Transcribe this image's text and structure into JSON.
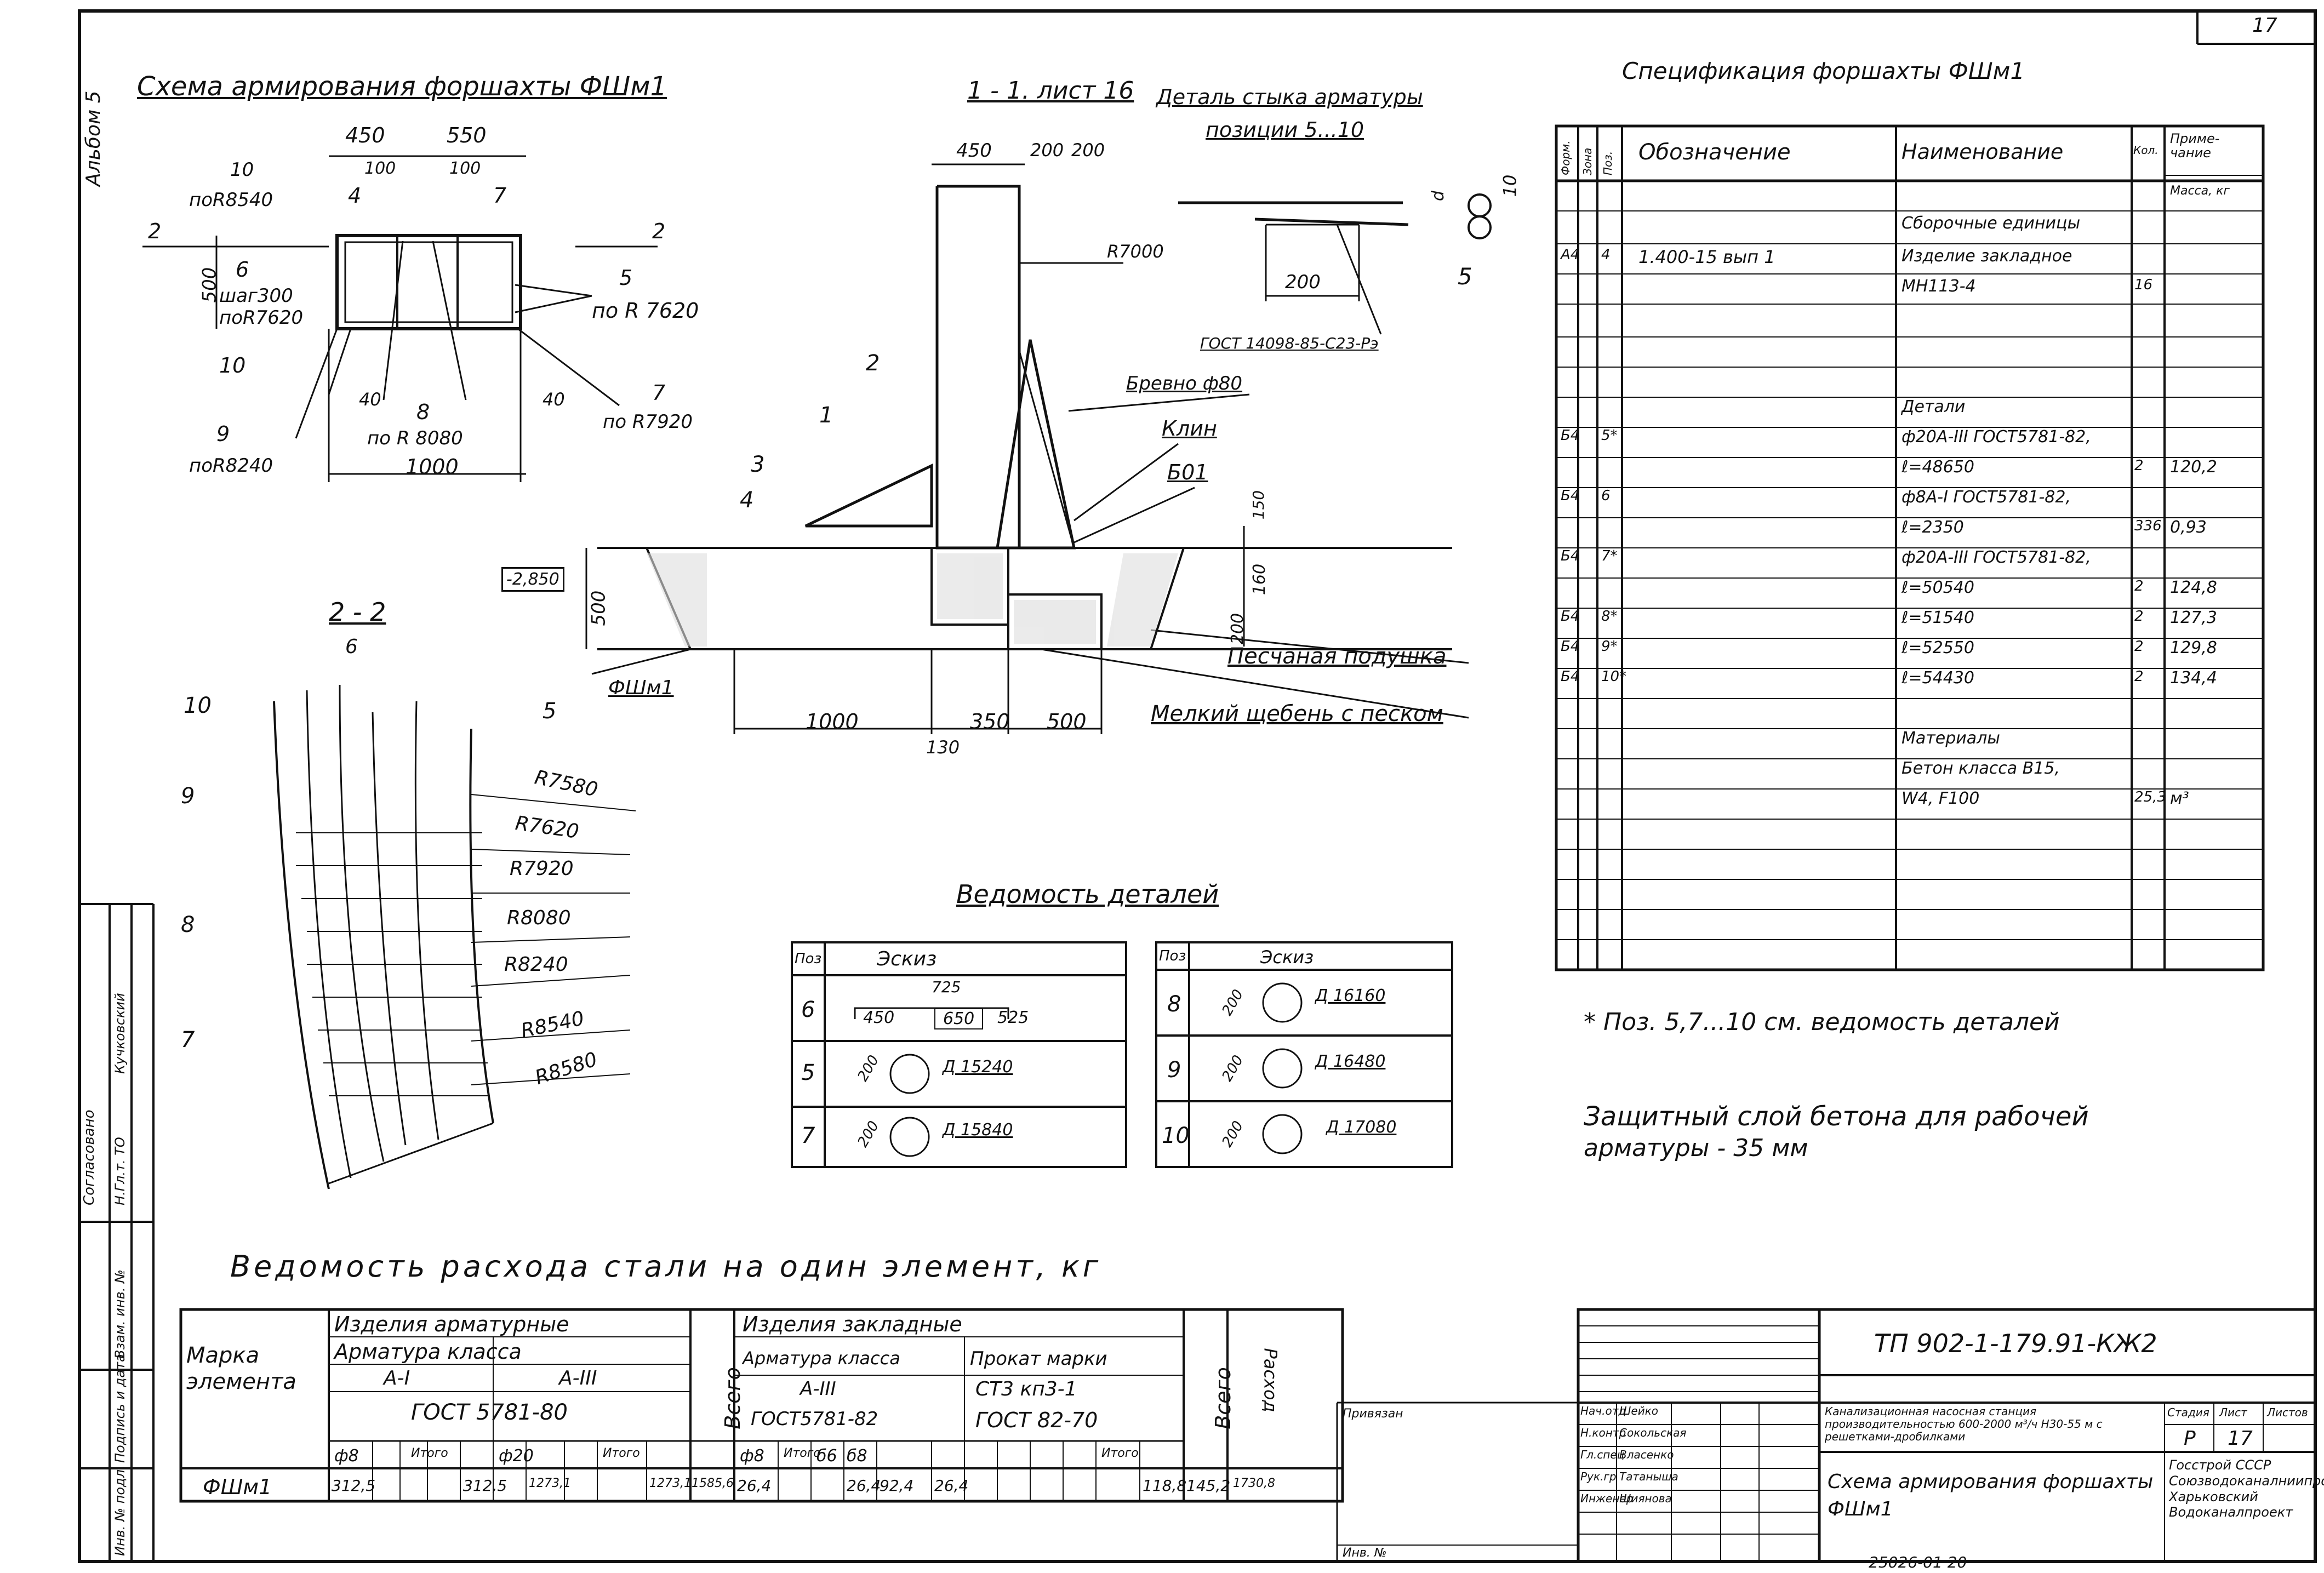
{
  "sheet": {
    "page_number": "17",
    "album": "Альбом 5",
    "code": "ТП 902-1-179.91-КЖ2",
    "archive": "25026-01   20"
  },
  "reinf_scheme": {
    "title": "Схема армирования форшахты ФШм1",
    "dims": [
      "450",
      "550",
      "100",
      "100",
      "500",
      "40",
      "40",
      "1000"
    ],
    "labels": {
      "p10a": "10",
      "p10a_r": "поR8540",
      "p4": "4",
      "p7": "7",
      "p6": "6",
      "p6_step": "шаг300",
      "p6_r": "поR7620",
      "p5": "5",
      "p5_r": "по R 7620",
      "p10b": "10",
      "p9": "9",
      "p9_r": "поR8240",
      "p8": "8",
      "p8_r": "по R 8080",
      "p7b": "7",
      "p7b_r": "по R7920",
      "sec2a": "2",
      "sec2b": "2"
    }
  },
  "section_11": {
    "title": "1 - 1. лист 16",
    "dims": [
      "450",
      "200",
      "200",
      "R7000",
      "150",
      "160",
      "200",
      "500",
      "-2,850",
      "1000",
      "350",
      "500",
      "130"
    ],
    "callouts": {
      "c1": "1",
      "c2": "2",
      "c3": "3",
      "c4": "4",
      "log": "Бревно ф80",
      "wedge": "Клин",
      "b01": "Б01",
      "sand": "Песчаная подушка",
      "gravel": "Мелкий щебень с песком",
      "fsh": "ФШм1"
    }
  },
  "joint_detail": {
    "title1": "Деталь стыка арматуры",
    "title2": "позиции 5...10",
    "dim": "200",
    "dim2": "10",
    "dim3": "5",
    "dim4": "d",
    "gost": "ГОСТ 14098-85-С23-Рэ"
  },
  "section_22": {
    "title": "2 - 2",
    "labels": [
      "6",
      "10",
      "5",
      "9",
      "8",
      "7"
    ],
    "radii": [
      "R7580",
      "R7620",
      "R7920",
      "R8080",
      "R8240",
      "R8540",
      "R8580"
    ]
  },
  "parts_list": {
    "title": "Ведомость деталей",
    "head_pos": "Поз",
    "head_sketch": "Эскиз",
    "left": [
      {
        "pos": "6",
        "a": "450",
        "b": "725",
        "c": "650",
        "d": "525"
      },
      {
        "pos": "5",
        "dim": "200",
        "diam": "Д 15240"
      },
      {
        "pos": "7",
        "dim": "200",
        "diam": "Д 15840"
      }
    ],
    "right": [
      {
        "pos": "8",
        "dim": "200",
        "diam": "Д 16160"
      },
      {
        "pos": "9",
        "dim": "200",
        "diam": "Д 16480"
      },
      {
        "pos": "10",
        "dim": "200",
        "diam": "Д 17080"
      }
    ]
  },
  "spec": {
    "title": "Спецификация форшахты ФШм1",
    "headers": [
      "Форм.",
      "Зона",
      "Поз.",
      "Обозначение",
      "Наименование",
      "Кол.",
      "Приме-чание"
    ],
    "note_mass": "Масса, кг",
    "rows": [
      {
        "f": "",
        "pos": "",
        "des": "",
        "name": "Сборочные единицы",
        "qty": "",
        "note": ""
      },
      {
        "f": "А4",
        "pos": "4",
        "des": "1.400-15 вып 1",
        "name": "Изделие закладное",
        "qty": "",
        "note": ""
      },
      {
        "f": "",
        "pos": "",
        "des": "",
        "name": "МН113-4",
        "qty": "16",
        "note": ""
      },
      {
        "f": "",
        "pos": "",
        "des": "",
        "name": "Детали",
        "qty": "",
        "note": ""
      },
      {
        "f": "Б4",
        "pos": "5*",
        "des": "",
        "name": "ф20А-III ГОСТ5781-82,",
        "qty": "",
        "note": ""
      },
      {
        "f": "",
        "pos": "",
        "des": "",
        "name": "ℓ=48650",
        "qty": "2",
        "note": "120,2"
      },
      {
        "f": "Б4",
        "pos": "6",
        "des": "",
        "name": "ф8А-I ГОСТ5781-82,",
        "qty": "",
        "note": ""
      },
      {
        "f": "",
        "pos": "",
        "des": "",
        "name": "ℓ=2350",
        "qty": "336",
        "note": "0,93"
      },
      {
        "f": "Б4",
        "pos": "7*",
        "des": "",
        "name": "ф20А-III ГОСТ5781-82,",
        "qty": "",
        "note": ""
      },
      {
        "f": "",
        "pos": "",
        "des": "",
        "name": "ℓ=50540",
        "qty": "2",
        "note": "124,8"
      },
      {
        "f": "Б4",
        "pos": "8*",
        "des": "",
        "name": "ℓ=51540",
        "qty": "2",
        "note": "127,3"
      },
      {
        "f": "Б4",
        "pos": "9*",
        "des": "",
        "name": "ℓ=52550",
        "qty": "2",
        "note": "129,8"
      },
      {
        "f": "Б4",
        "pos": "10*",
        "des": "",
        "name": "ℓ=54430",
        "qty": "2",
        "note": "134,4"
      },
      {
        "f": "",
        "pos": "",
        "des": "",
        "name": "Материалы",
        "qty": "",
        "note": ""
      },
      {
        "f": "",
        "pos": "",
        "des": "",
        "name": "Бетон класса В15,",
        "qty": "",
        "note": ""
      },
      {
        "f": "",
        "pos": "",
        "des": "",
        "name": "W4, F100",
        "qty": "25,3",
        "note": "м³"
      }
    ]
  },
  "notes": {
    "n1": "* Поз. 5,7...10 см. ведомость деталей",
    "n2a": "Защитный слой бетона для рабочей",
    "n2b": "арматуры - 35 мм"
  },
  "steel": {
    "title": "Ведомость расхода стали на один элемент, кг",
    "h_mark": "Марка элемента",
    "h_rebar": "Изделия арматурные",
    "h_rebar_class": "Арматура класса",
    "h_AI": "А-I",
    "h_AIII": "А-III",
    "h_gost1": "ГОСТ 5781-80",
    "h_total_all": "Всего",
    "h_embed": "Изделия закладные",
    "h_embed_class": "Арматура класса",
    "h_embed_AIII": "А-III",
    "h_embed_gost": "ГОСТ5781-82",
    "h_rolled": "Прокат марки",
    "h_rolled_steel": "СТ3 кп3-1",
    "h_rolled_gost": "ГОСТ 82-70",
    "h_total2": "Всего",
    "h_grand": "Расход",
    "sub": [
      "ф8",
      "Итого",
      "ф20",
      "Итого",
      "ф8",
      "Итого",
      "б6",
      "б8",
      "Итого"
    ],
    "row": {
      "mark": "ФШм1",
      "v": [
        "312,5",
        "312,5",
        "1273,1",
        "1273,1",
        "1585,6",
        "26,4",
        "26,4",
        "92,4",
        "26,4",
        "118,8",
        "145,2",
        "1730,8"
      ]
    }
  },
  "stamp": {
    "privyazan": "Привязан",
    "inv": "Инв. №",
    "roles": [
      "Нач.отд",
      "Н.контр",
      "Гл.спец",
      "Рук.гр",
      "Инженер"
    ],
    "names": [
      "Шейко",
      "Сокольская",
      "Власенко",
      "Татаныша",
      "Шиянова"
    ],
    "project": "Канализационная насосная станция производительностью 600-2000 м³/ч Н30-55 м с решетками-дробилками",
    "sheet_title": "Схема армирования форшахты ФШм1",
    "stage_h": "Стадия",
    "sheet_h": "Лист",
    "sheets_h": "Листов",
    "stage": "Р",
    "sheet": "17",
    "org": "Госстрой СССР Союзводоканалниипроект Харьковский Водоканалпроект"
  },
  "side_stamp": {
    "agreed": "Согласовано",
    "r1": "Кучковский",
    "r2": "Н.Гл.т. ТО",
    "inv_orig": "Инв. № подл.",
    "sig_date": "Подпись и дата",
    "inv_repl": "Взам. инв. №"
  }
}
